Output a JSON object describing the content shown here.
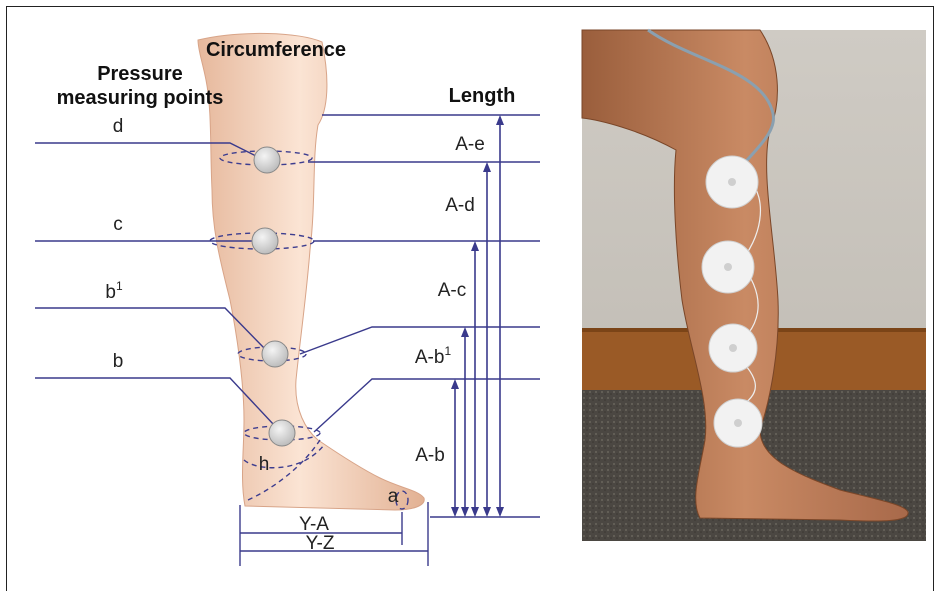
{
  "headers": {
    "pressure_line1": "Pressure",
    "pressure_line2": "measuring points",
    "circumference": "Circumference",
    "length": "Length"
  },
  "point_labels": {
    "d": "d",
    "c": "c",
    "b1": "b",
    "b1_sup": "1",
    "b": "b",
    "h": "h",
    "a": "a"
  },
  "length_labels": {
    "A_e": "A-e",
    "A_d": "A-d",
    "A_c": "A-c",
    "A_b1": "A-b",
    "A_b1_sup": "1",
    "A_b": "A-b"
  },
  "foot_labels": {
    "Y_A": "Y-A",
    "Y_Z": "Y-Z"
  },
  "colors": {
    "line": "#3a3a8c",
    "skin_light": "#f7dccb",
    "skin_dark": "#dba98a",
    "sensor": "#d8d8d8"
  }
}
